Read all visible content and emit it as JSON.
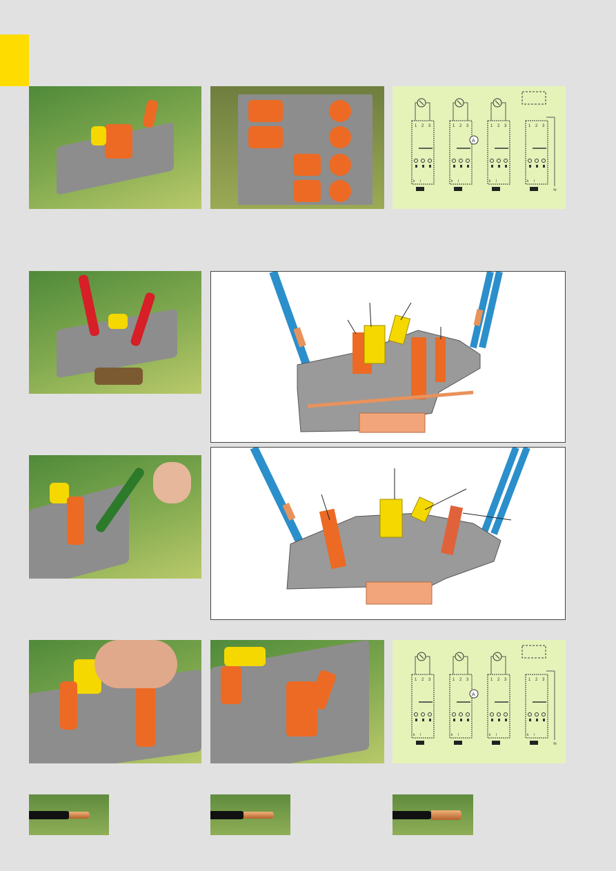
{
  "schematic": {
    "terminal_numbers": [
      "1",
      "2",
      "3"
    ],
    "bottom_labels": [
      "k",
      "l"
    ],
    "ammeter_label": "A",
    "ac_symbol": "≈"
  },
  "colors": {
    "accent_tab": "#ffdc00",
    "schematic_bg": "#e5f3b9",
    "orange": "#ec6a24",
    "yellow": "#f4d800",
    "blue_wire": "#2b8fcb"
  }
}
